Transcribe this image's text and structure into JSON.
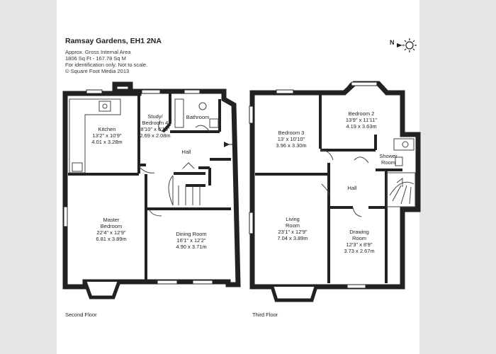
{
  "header": {
    "title": "Ramsay Gardens, EH1 2NA",
    "area_label": "Approx. Gross Internal Area",
    "area_value": "1806 Sq Ft - 167.78 Sq M",
    "note": "For identification only. Not to scale.",
    "copyright": "© Square Foot Media 2013"
  },
  "compass": {
    "letter": "N",
    "icon": "sun-compass-icon"
  },
  "second_floor": {
    "label": "Second Floor",
    "rooms": {
      "kitchen": [
        "Kitchen",
        "13'2\" x 10'9\"",
        "4.01 x 3.28m"
      ],
      "study": [
        "Study/",
        "Bedroom 4",
        "8'10\" x 6'10\"",
        "2.69 x 2.08m"
      ],
      "bathroom": [
        "Bathroom"
      ],
      "hall": [
        "Hall"
      ],
      "master": [
        "Master",
        "Bedroom",
        "22'4\" x 12'9\"",
        "6.81 x 3.89m"
      ],
      "dining": [
        "Dining Room",
        "16'1\" x 12'2\"",
        "4.90 x 3.71m"
      ]
    }
  },
  "third_floor": {
    "label": "Third Floor",
    "rooms": {
      "bedroom3": [
        "Bedroom 3",
        "13' x 10'10\"",
        "3.96 x 3.30m"
      ],
      "bedroom2": [
        "Bedroom 2",
        "13'9\" x 11'11\"",
        "4.19 x 3.63m"
      ],
      "shower": [
        "Shower",
        "Room"
      ],
      "hall": [
        "Hall"
      ],
      "living": [
        "Living",
        "Room",
        "23'1\" x 12'9\"",
        "7.04 x 3.89m"
      ],
      "drawing": [
        "Drawing",
        "Room",
        "12'3\" x 8'9\"",
        "3.73 x 2.67m"
      ]
    }
  }
}
